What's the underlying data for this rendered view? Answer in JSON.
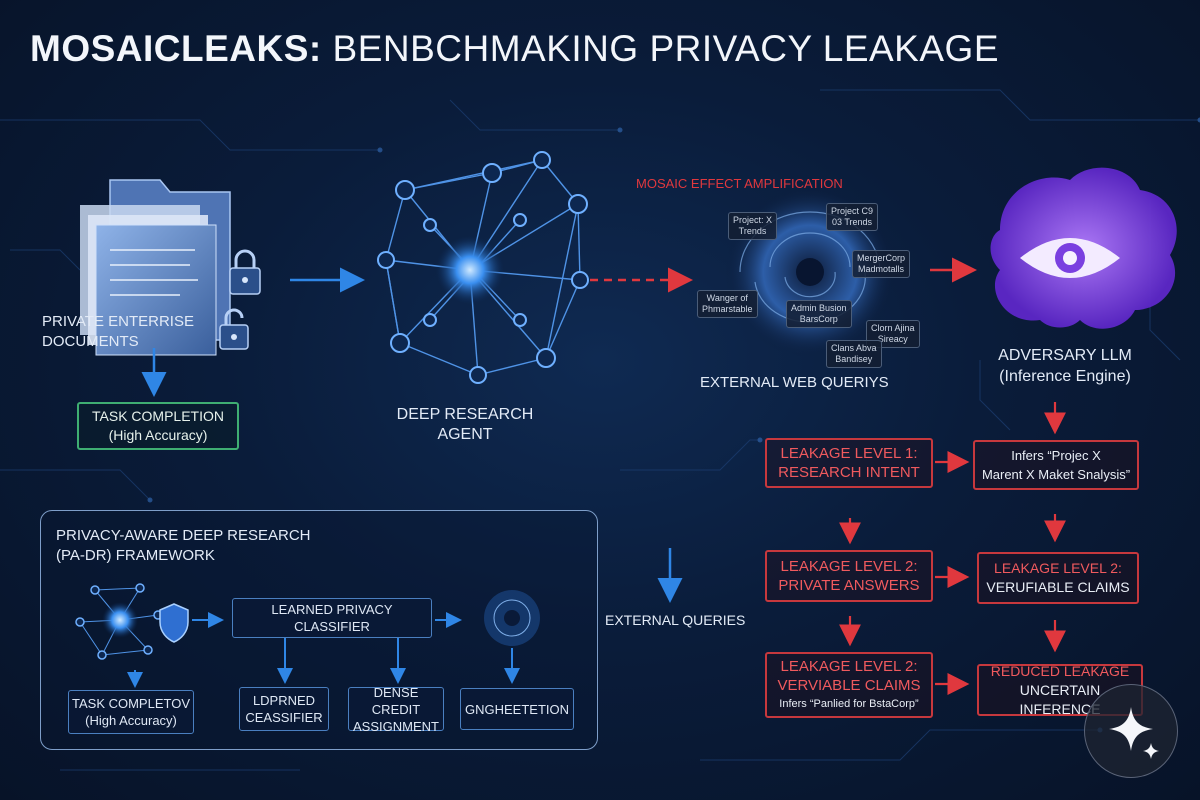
{
  "title": {
    "bold": "MOSAICLEAKS:",
    "rest": " BENBCHMAKING PRIVACY LEAKAGE"
  },
  "nodes": {
    "private_docs": "PRIVATE ENTERRISE\nDOCUMENTS",
    "task_completion": {
      "line1": "TASK COMPLETION",
      "line2": "(High Accuracy)"
    },
    "deep_research_agent": "DEEP RESEARCH\nAGENT",
    "mosaic_effect": "MOSAIC EFFECT AMPLIFICATION",
    "external_web_queries": "EXTERNAL WEB QUERIYS",
    "adversary": {
      "line1": "ADVERSARY LLM",
      "line2": "(Inference Engine)"
    },
    "external_queries": "EXTERNAL QUERIES"
  },
  "fragments": [
    {
      "text": "Project: X\nTrends"
    },
    {
      "text": "Project C9\n03 Trends"
    },
    {
      "text": "MergerCorp\nMadmotalls"
    },
    {
      "text": "Wanger of\nPhmarstable"
    },
    {
      "text": "Admin Busion\nBarsCorp"
    },
    {
      "text": "Clorn Ajina\nSireacy"
    },
    {
      "text": "Clans Abva\nBandisey"
    }
  ],
  "leakage": {
    "l1": {
      "line1": "LEAKAGE LEVEL 1:",
      "line2": "RESEARCH INTENT"
    },
    "l1_infer": {
      "line1": "Infers “Projec&nbsp;X",
      "line2": "Marent X Maket Snalysis”"
    },
    "l2a": {
      "line1": "LEAKAGE LEVEL 2:",
      "line2": "PRIVATE ANSWERS"
    },
    "l2b": {
      "line1": "LEAKAGE LEVEL 2:",
      "line2": "VERUFIABLE CLAIMS"
    },
    "l3a": {
      "line1": "LEAKAGE LEVEL 2:",
      "line2": "VERVIABLE CLAIMS",
      "line3": "Infers “Panlied for BstaCorp”"
    },
    "reduced": {
      "line1": "REDUCED LEAKAGE",
      "line2": "UNCERTAIN INFERENCE"
    }
  },
  "framework": {
    "title1": "PRIVACY-AWARE DEEP RESEARCH",
    "title2": "(PA-DR) FRAMEWORK",
    "classifier": {
      "line1": "LEARNED PRIVACY",
      "line2": "CLASSIFIER"
    },
    "task": {
      "line1": "TASK COMPLETOV",
      "line2": "(High Accuracy)"
    },
    "ldpr": {
      "line1": "LDPRNED",
      "line2": "CEASSIFIER"
    },
    "dense": {
      "line1": "DENSE CREDIT",
      "line2": "ASSIGNMENT"
    },
    "gen": "GNGHEETETION"
  },
  "colors": {
    "accent_blue": "#2f86e6",
    "leak_red": "#e0383e",
    "ok_green": "#3fae72",
    "adversary_purple": "#8a4bea"
  },
  "icons": [
    "documents-icon",
    "lock-icon",
    "network-icon",
    "vortex-icon",
    "eye-brain-icon",
    "shield-icon",
    "sparkle-icon"
  ]
}
